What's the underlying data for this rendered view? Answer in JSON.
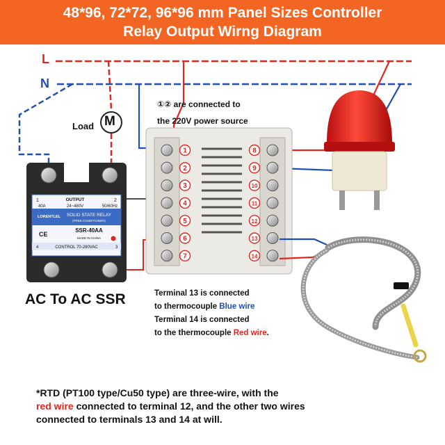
{
  "banner": {
    "line1": "48*96, 72*72, 96*96 mm Panel Sizes Controller",
    "line2": "Relay Output Wirng Diagram"
  },
  "lines": {
    "live": "L",
    "neutral": "N"
  },
  "load": {
    "label": "Load",
    "symbol": "M"
  },
  "power_note": {
    "line1": "①② are connected to",
    "line2": "the 220V power source"
  },
  "controller": {
    "left_terminals": [
      "1",
      "2",
      "3",
      "4",
      "5",
      "6",
      "7"
    ],
    "right_terminals": [
      "8",
      "9",
      "10",
      "11",
      "12",
      "13",
      "14"
    ]
  },
  "ssr": {
    "caption": "AC To AC SSR",
    "terminal_1": "1",
    "terminal_2": "2",
    "output_label": "OUTPUT",
    "voltage_range": "24~480V",
    "frequency": "50/60Hz",
    "current": "40A",
    "brand": "LORENTLEL",
    "product": "SOLID STATE RELAY",
    "subtitle": "(FREE CONDITIONER)",
    "model": "SSR-40AA",
    "made_in": "MADE IN CHINA",
    "control": "CONTROL 70-280VAC",
    "terminal_3": "3",
    "terminal_4": "4",
    "ce_mark": "CE"
  },
  "thermocouple": {
    "line1": "Terminal 13 is connected",
    "line2_pre": "to thermocouple ",
    "line2_colored": "Blue wire",
    "line3": "Terminal 14 is connected",
    "line4_pre": "to the thermocouple ",
    "line4_colored": "Red wire",
    "line4_post": "."
  },
  "rtd_note": {
    "part1": "*RTD (PT100 type/Cu50 type) are three-wire, with the",
    "part2_colored": "red wire",
    "part2_rest": " connected to terminal 12, and the other two wires",
    "part3": "connected to terminals 13 and 14 at will."
  },
  "colors": {
    "banner": "#f26522",
    "live": "#e0261f",
    "neutral": "#1f4fb4",
    "terminal_number": "#e0261f",
    "ssr_blue": "#3b6bc4"
  }
}
